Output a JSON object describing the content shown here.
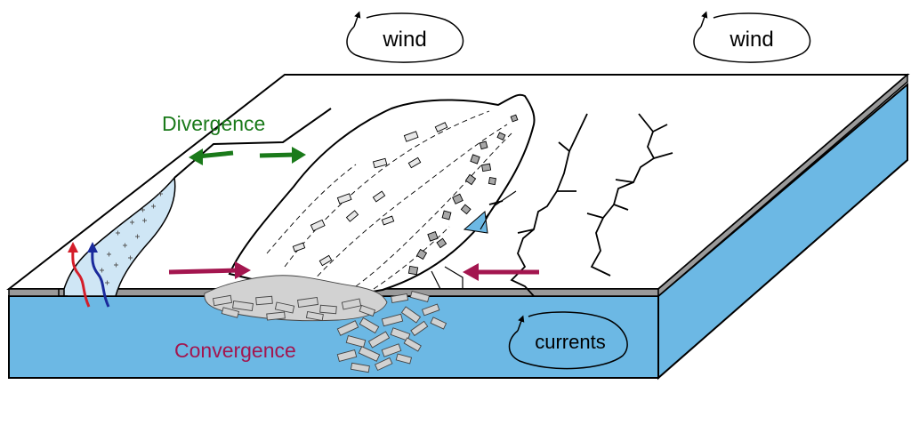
{
  "labels": {
    "wind_left": "wind",
    "wind_right": "wind",
    "divergence": "Divergence",
    "convergence": "Convergence",
    "currents": "currents"
  },
  "colors": {
    "ocean": "#6cb8e4",
    "ice_surface": "#ffffff",
    "ice_edge": "#9a9a9a",
    "lead_water": "#cfe6f5",
    "rubble_fill": "#d2d2d2",
    "divergence_green": "#1a7a1a",
    "convergence_maroon": "#a3164f",
    "warm_flux_red": "#d41e2a",
    "cold_flux_blue": "#1a2a9c",
    "outline": "#000000"
  },
  "icons": [
    "wind-swirl-icon",
    "current-swirl-icon",
    "arrow-icon"
  ]
}
